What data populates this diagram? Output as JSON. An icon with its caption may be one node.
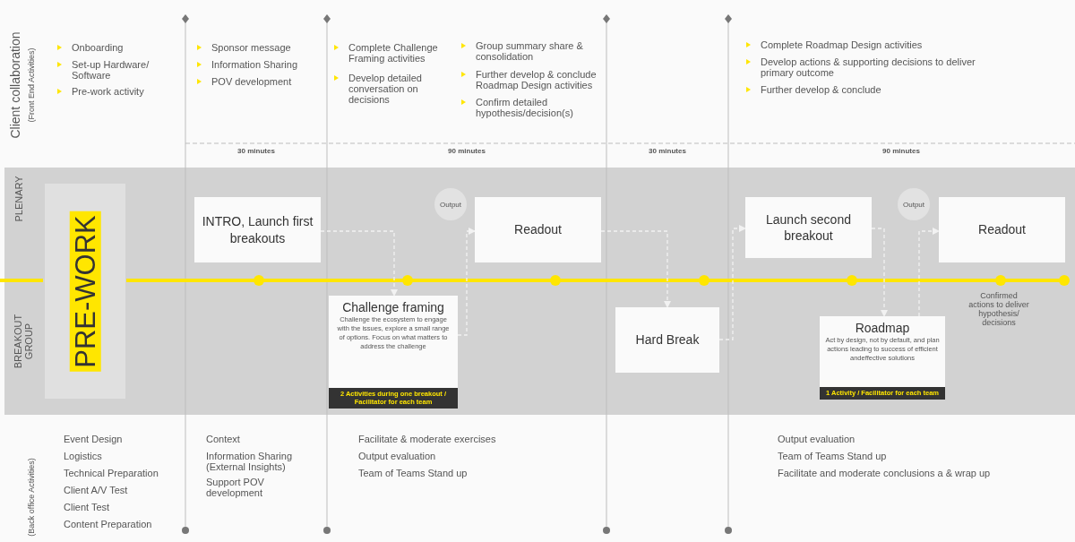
{
  "diagram": {
    "nodes": [
      {
        "text": [
          "PRE-WORK"
        ]
      },
      {
        "text": [
          "INTRO, Launch first breakouts"
        ]
      },
      {
        "text": [
          "Output"
        ]
      },
      {
        "text": [
          "Readout"
        ]
      },
      {
        "text": [
          "Challenge framing",
          "Challenge the ecosystem to engage with the issues, explore a small range of options.  Focus on what matters to address the challenge",
          "2 Activities during one breakout / Facilitator for each team"
        ]
      },
      {
        "text": [
          "Hard Break"
        ]
      },
      {
        "text": [
          "Launch second breakout"
        ]
      },
      {
        "text": [
          "Output"
        ]
      },
      {
        "text": [
          "Readout"
        ]
      },
      {
        "text": [
          "Roadmap",
          "Act by design, not by default, and plan actions leading to success of efficient andeffective solutions",
          "1 Activity / Facilitator for each team"
        ]
      }
    ],
    "edges": [
      {
        "from": 1,
        "to": 4,
        "arrow": "to",
        "style": "dashed"
      },
      {
        "from": 4,
        "to": 3,
        "arrow": "to",
        "style": "dashed"
      },
      {
        "from": 3,
        "to": 5,
        "arrow": "to",
        "style": "dashed"
      },
      {
        "from": 5,
        "to": 6,
        "arrow": "to",
        "style": "dashed"
      },
      {
        "from": 6,
        "to": 9,
        "arrow": "to",
        "style": "dashed"
      },
      {
        "from": 9,
        "to": 8,
        "arrow": "to",
        "style": "dashed"
      }
    ],
    "labels": [
      "Client collaboration",
      "(Front End Activities)",
      "Onboarding",
      "Set-up Hardware/ Software",
      "Pre-work activity",
      "Sponsor message",
      "Information Sharing",
      "POV development",
      "Complete Challenge Framing activities",
      "Develop detailed conversation on decisions",
      "Group summary share & consolidation",
      "Further develop & conclude Roadmap Design activities",
      "Confirm detailed hypothesis/decision(s)",
      "Complete Roadmap Design activities",
      "Develop actions & supporting decisions  to deliver primary outcome",
      "Further develop & conclude",
      "30 minutes",
      "90 minutes",
      "30 minutes",
      "90 minutes",
      "PLENARY",
      "BREAKOUT GROUP",
      "Confirmed actions to deliver hypothesis/ decisions",
      "(Back office Activities)",
      "Event Design",
      "Logistics",
      "Technical Preparation",
      "Client A/V Test",
      "Client Test",
      "Content Preparation",
      "Context",
      "Information Sharing (External Insights)",
      "Support POV development",
      "Facilitate & moderate  exercises",
      "Output evaluation",
      "Team of Teams Stand up",
      "Output evaluation",
      "Team of Teams Stand up",
      "Facilitate and moderate conclusions a & wrap up"
    ]
  }
}
